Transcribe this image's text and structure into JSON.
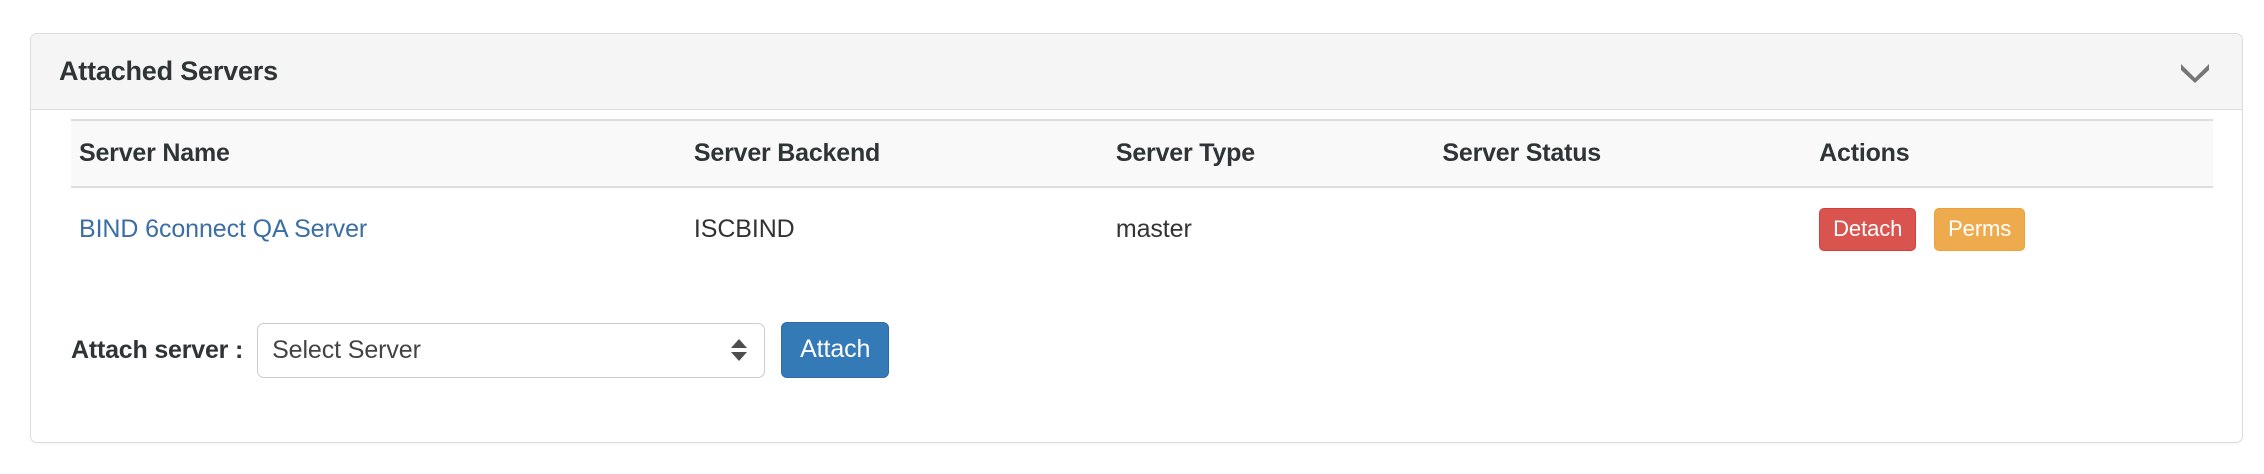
{
  "panel": {
    "title": "Attached Servers",
    "toggle_icon": "chevron-down-icon",
    "toggle_color": "#767676",
    "header_bg": "#f5f5f5",
    "border_color": "#dddddd"
  },
  "table": {
    "columns": [
      "Server Name",
      "Server Backend",
      "Server Type",
      "Server Status",
      "Actions"
    ],
    "rows": [
      {
        "server_name": "BIND 6connect QA Server",
        "server_backend": "ISCBIND",
        "server_type": "master",
        "server_status": "",
        "actions": [
          {
            "label": "Detach",
            "style": "danger",
            "color": "#d9534f"
          },
          {
            "label": "Perms",
            "style": "warning",
            "color": "#eeab4e"
          }
        ]
      }
    ]
  },
  "attach": {
    "label": "Attach server :",
    "select_value": "Select Server",
    "select_options": [
      "Select Server"
    ],
    "button_label": "Attach",
    "button_color": "#337ab7"
  }
}
